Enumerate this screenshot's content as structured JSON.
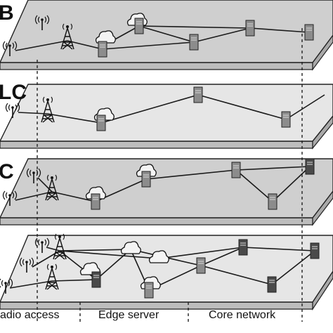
{
  "slices": [
    {
      "label": "B",
      "nodes": [
        "antenna",
        "tower",
        "edge-server",
        "core-server"
      ]
    },
    {
      "label": "LC",
      "nodes": [
        "antenna",
        "tower",
        "edge-server",
        "core-server"
      ]
    },
    {
      "label": "C",
      "nodes": [
        "antenna",
        "tower",
        "edge-server",
        "core-server"
      ]
    },
    {
      "label": "",
      "nodes": [
        "antenna",
        "tower",
        "edge-server",
        "core-server"
      ]
    }
  ],
  "regions": [
    "adio access",
    "Edge server",
    "Core network"
  ],
  "colors": {
    "plane_fill": "#e6e6e6",
    "plane_shaded": "#cfcfcf",
    "edge": "#1a1a1a",
    "server_light": "#8c8c8c",
    "server_dark": "#4a4a4a"
  },
  "icons": [
    "wireless-antenna-icon",
    "cell-tower-icon",
    "cloud-icon",
    "server-icon"
  ]
}
